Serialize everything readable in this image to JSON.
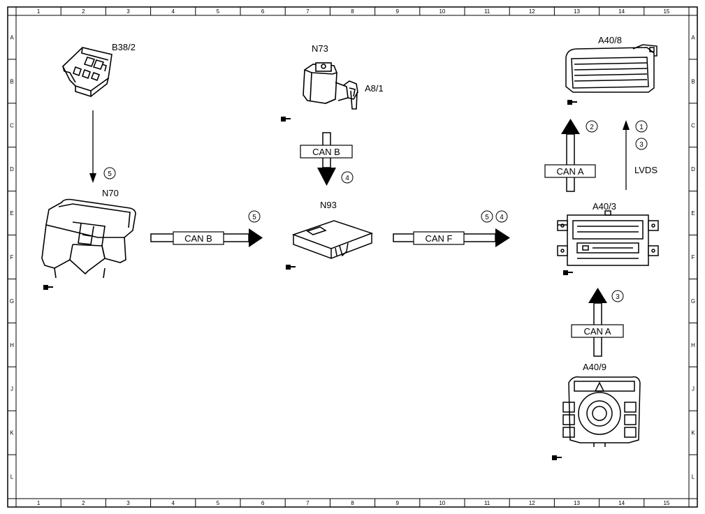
{
  "frame": {
    "columns": [
      "1",
      "2",
      "3",
      "4",
      "5",
      "6",
      "7",
      "8",
      "9",
      "10",
      "11",
      "12",
      "13",
      "14",
      "15"
    ],
    "rows": [
      "A",
      "B",
      "C",
      "D",
      "E",
      "F",
      "G",
      "H",
      "J",
      "K",
      "L"
    ]
  },
  "components": {
    "b38_2": "B38/2",
    "n73": "N73",
    "a8_1": "A8/1",
    "a40_8": "A40/8",
    "n70": "N70",
    "n93": "N93",
    "a40_3": "A40/3",
    "a40_9": "A40/9"
  },
  "buses": {
    "n73_n93": "CAN B",
    "n70_n93": "CAN B",
    "n93_a40_3": "CAN F",
    "a40_3_a40_8": "CAN A",
    "a40_9_a40_3": "CAN A",
    "lvds": "LVDS"
  },
  "steps": {
    "b38_to_n70": "5",
    "n73_to_n93": "4",
    "n70_to_n93": "5",
    "n93_to_a40_3_first": "5",
    "n93_to_a40_3_second": "4",
    "a40_3_to_a40_8": "2",
    "lvds_first": "1",
    "lvds_second": "3",
    "a40_9_to_a40_3": "3"
  }
}
